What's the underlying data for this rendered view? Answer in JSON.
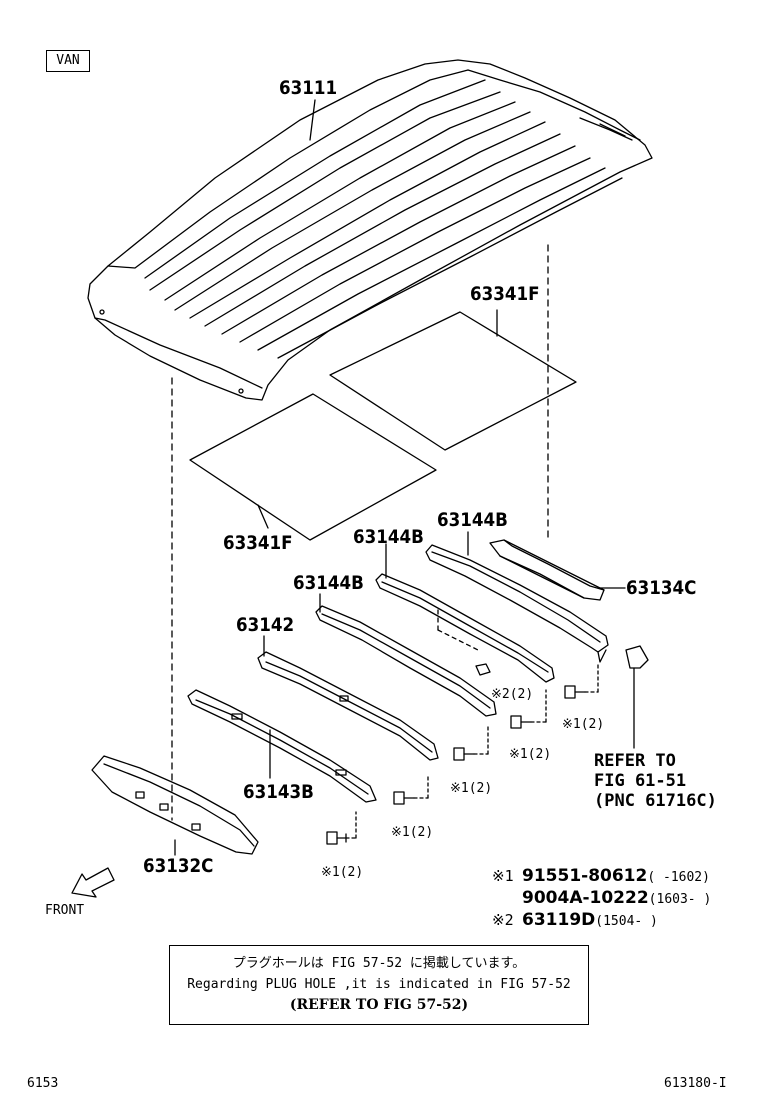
{
  "variant_label": "VAN",
  "parts": {
    "roof_panel": "63111",
    "pad_upper": "63341F",
    "pad_lower": "63341F",
    "reinf_1": "63144B",
    "reinf_2": "63144B",
    "reinf_3": "63144B",
    "reinf_4": "63142",
    "reinf_5": "63143B",
    "header_front": "63132C",
    "rail_rear": "63134C"
  },
  "fastener_labels": {
    "f1": "※1(2)",
    "f2": "※1(2)",
    "f3": "※1(2)",
    "f4": "※1(2)",
    "f5": "※1(2)",
    "f6": "※2(2)"
  },
  "refer": {
    "line1": "REFER TO",
    "line2": "FIG 61-51",
    "line3": "(PNC 61716C)"
  },
  "legend": [
    {
      "mark": "※1",
      "part": "91551-80612",
      "range": "(     -1602)"
    },
    {
      "mark": "",
      "part": "9004A-10222",
      "range": "(1603-      )"
    },
    {
      "mark": "※2",
      "part": "63119D",
      "range": "(1504-     )"
    }
  ],
  "front_label": "FRONT",
  "note": {
    "line1": "プラグホールは FIG 57-52 に掲載しています。",
    "line2": "Regarding PLUG HOLE ,it is indicated in FIG 57-52",
    "line3": "(REFER TO FIG 57-52)"
  },
  "footer": {
    "left": "6153",
    "right": "613180-I"
  }
}
